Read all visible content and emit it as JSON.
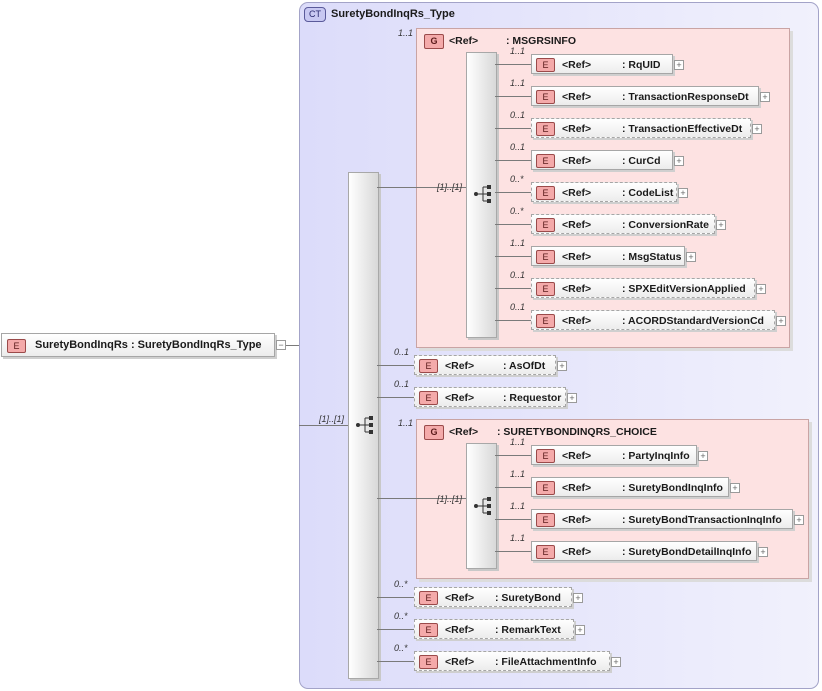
{
  "complex_type": {
    "badge": "CT",
    "name": "SuretyBondInqRs_Type"
  },
  "root": {
    "badge": "E",
    "label": "SuretyBondInqRs : SuretyBondInqRs_Type",
    "expander": "−"
  },
  "outer_sequence": {
    "cardinality": "[1]..[1]"
  },
  "msgrsinfo_group": {
    "badge": "G",
    "ref": "<Ref>",
    "name": ": MSGRSINFO",
    "cardinality": "1..1",
    "sequence_cardinality": "[1]..[1]",
    "elements": [
      {
        "name": ": RqUID",
        "card": "1..1",
        "optional": false
      },
      {
        "name": ": TransactionResponseDt",
        "card": "1..1",
        "optional": false
      },
      {
        "name": ": TransactionEffectiveDt",
        "card": "0..1",
        "optional": true
      },
      {
        "name": ": CurCd",
        "card": "0..1",
        "optional": false
      },
      {
        "name": ": CodeList",
        "card": "0..*",
        "optional": true
      },
      {
        "name": ": ConversionRate",
        "card": "0..*",
        "optional": true
      },
      {
        "name": ": MsgStatus",
        "card": "1..1",
        "optional": false
      },
      {
        "name": ": SPXEditVersionApplied",
        "card": "0..1",
        "optional": true
      },
      {
        "name": ": ACORDStandardVersionCd",
        "card": "0..1",
        "optional": true
      }
    ]
  },
  "middle_elements": [
    {
      "name": ": AsOfDt",
      "card": "0..1"
    },
    {
      "name": ": Requestor",
      "card": "0..1"
    }
  ],
  "choice_group": {
    "badge": "G",
    "ref": "<Ref>",
    "name": ": SURETYBONDINQRS_CHOICE",
    "cardinality": "1..1",
    "sequence_cardinality": "[1]..[1]",
    "elements": [
      {
        "name": ": PartyInqInfo",
        "card": "1..1"
      },
      {
        "name": ": SuretyBondInqInfo",
        "card": "1..1"
      },
      {
        "name": ": SuretyBondTransactionInqInfo",
        "card": "1..1"
      },
      {
        "name": ": SuretyBondDetailInqInfo",
        "card": "1..1"
      }
    ]
  },
  "bottom_elements": [
    {
      "name": ": SuretyBond",
      "card": "0..*"
    },
    {
      "name": ": RemarkText",
      "card": "0..*"
    },
    {
      "name": ": FileAttachmentInfo",
      "card": "0..*"
    }
  ],
  "element_badge": "E",
  "ref_label": "<Ref>",
  "expand_symbol": "+",
  "colors": {
    "complex_type_bg": "#dcdcfa",
    "group_bg": "#fde2e2",
    "badge_bg": "#f4aaaa",
    "line": "#7a7a7a"
  }
}
